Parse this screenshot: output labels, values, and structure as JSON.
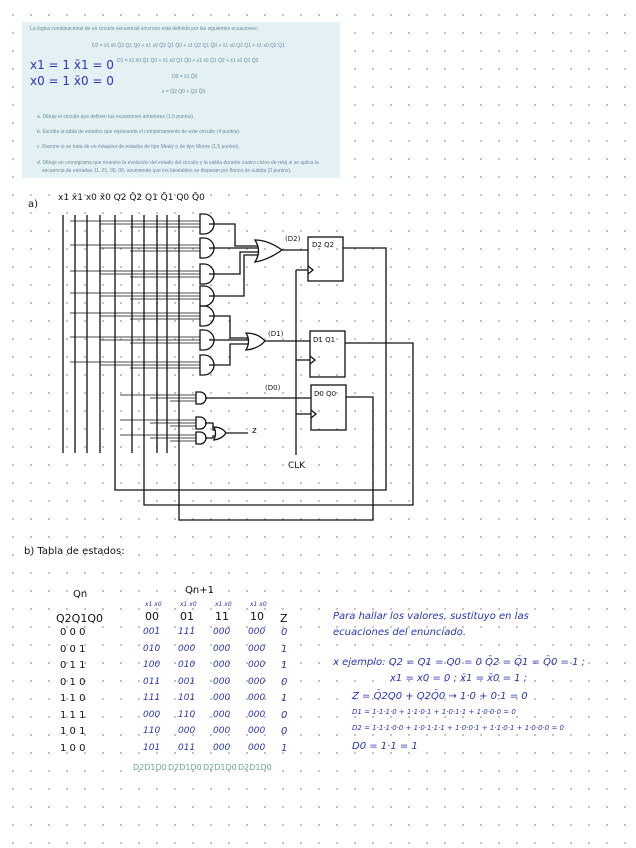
{
  "statement": {
    "intro": "La lógica combinacional de un circuito secuencial síncrono está definida por las siguientes ecuaciones:",
    "equations": [
      "D2 = x̄1 x̄0 Q̄2 Q1 Q0 + x̄1 x0 Q̄2 Q̄1 Q̄0 + x1 Q2 Q1 Q̄0 + x̄1 x0 Q2 Q̄1 + x̄1 x0 Q2 Q1",
      "D1 = x̄1 x̄0 Q̄1 Q0 + x̄1 x0 Q1 Q̄0 + x1 x0 Q̄1 Q̄2 + x̄1 x0 Q1 Q0",
      "D0 = x̄1 Q̄0",
      "z = Q̄2 Q0 + Q2 Q̄0"
    ],
    "questions": [
      "a. Dibuje el circuito que definen las ecuaciones anteriores (1,5 puntos).",
      "b. Escriba la tabla de estados que representa el comportamiento de este circuito (4 puntos).",
      "c. Razone si se trata de un máquina de estados de tipo Mealy o de tipo Moore (1,5 puntos).",
      "d. Dibuje un cronograma que muestre la evolución del estado del circuito y la salida durante cuatro ciclos de reloj si se aplica la",
      "secuencia de entradas 11, 01, 00, 00, asumiendo que los biestables se disparan por flanco de subida (3 puntos)."
    ],
    "handnote": [
      "x1 = 1  x̄1 = 0",
      "x0 = 1  x̄0 = 0"
    ]
  },
  "part_a": {
    "label": "a)",
    "bus_labels": "x1 x̄1  x0 x̄0  Q2 Q̄2 Q1 Q̄1 Q0 Q̄0",
    "d2": "(D2)",
    "d1": "(D1)",
    "d0": "(D0)",
    "ff2": "D2   Q2",
    "ff1": "D1   Q1",
    "ff0": "D0   Q0",
    "z": "z",
    "clk": "CLK"
  },
  "part_b": {
    "label": "b) Tabla de estados:",
    "qn": "Qn",
    "qn1": "Qn+1",
    "state_header": "Q2Q1Q0",
    "input_sub": [
      "x1 x0",
      "x1 x0",
      "x1 x0",
      "x1 x0"
    ],
    "input_cols": [
      "00",
      "01",
      "11",
      "10"
    ],
    "z_header": "Z",
    "rows": [
      {
        "state": "0 0 0",
        "next": [
          "001",
          "111",
          "000",
          "000"
        ],
        "z": "0"
      },
      {
        "state": "0 0 1",
        "next": [
          "010",
          "000",
          "000",
          "000"
        ],
        "z": "1"
      },
      {
        "state": "0 1 1",
        "next": [
          "100",
          "010",
          "000",
          "000"
        ],
        "z": "1"
      },
      {
        "state": "0 1 0",
        "next": [
          "011",
          "001",
          "000",
          "000"
        ],
        "z": "0"
      },
      {
        "state": "1 1 0",
        "next": [
          "111",
          "101",
          "000",
          "000"
        ],
        "z": "1"
      },
      {
        "state": "1 1 1",
        "next": [
          "000",
          "110",
          "000",
          "000"
        ],
        "z": "0"
      },
      {
        "state": "1 0 1",
        "next": [
          "110",
          "000",
          "000",
          "000"
        ],
        "z": "0"
      },
      {
        "state": "1 0 0",
        "next": [
          "101",
          "011",
          "000",
          "000"
        ],
        "z": "1"
      }
    ],
    "footer": [
      "D2D1D0",
      "D2D1D0",
      "D2D1D0",
      "D2D1D0"
    ]
  },
  "notes": [
    "Para hallar los valores, sustituyo en las",
    "ecuaciones del enunciado.",
    "x ejemplo:  Q2 = Q1 = Q0 = 0   Q̄2 = Q̄1 = Q̄0 = 1 ;",
    "x1 = x0 = 0 ;    x̄1 = x̄0 = 1 ;",
    "Z = Q̄2Q0 + Q2Q̄0 → 1·0 + 0·1 = 0",
    "D1 = 1·1·1·0 + 1·1·0·1 + 1·0·1·1 + 1·0·0·0 = 0",
    "D2 = 1·1·1·0·0 + 1·0·1·1·1 + 1·0·0·1 + 1·1·0·1 + 1·0·0·0 = 0",
    "D0 = 1·1 = 1"
  ],
  "colors": {
    "ink_blue": "#2b35b8",
    "ink_black": "#111111",
    "ink_green": "#6aa896",
    "printed_bg": "#e3f1f5"
  }
}
